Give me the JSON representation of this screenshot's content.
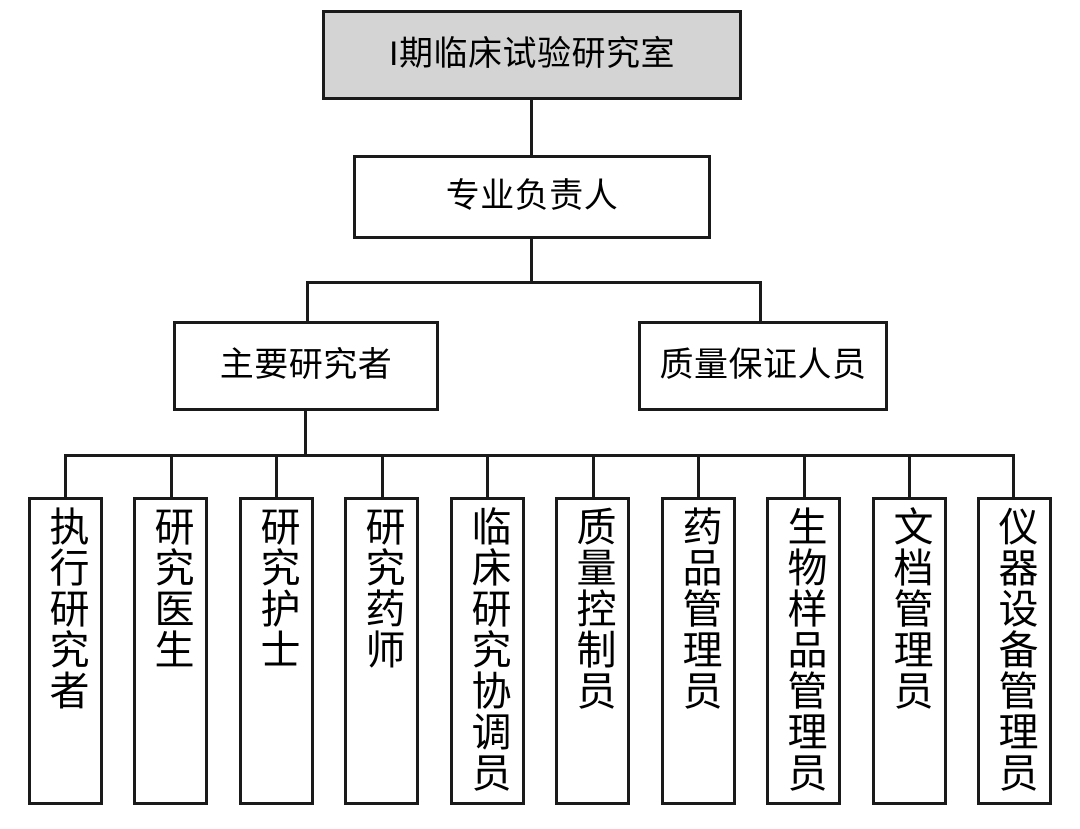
{
  "diagram": {
    "title_text": "I期临床试验研究室",
    "type": "organizational-chart",
    "colors": {
      "root_fill": "#d4d4d4",
      "node_fill": "#ffffff",
      "stroke": "#1a1a1a",
      "text": "#000000",
      "background": "#ffffff"
    },
    "levels": {
      "level1": {
        "nodes": [
          {
            "id": "root",
            "label": "I期临床试验研究室",
            "fill": "#d4d4d4"
          }
        ]
      },
      "level2": {
        "nodes": [
          {
            "id": "lead",
            "label": "专业负责人",
            "fill": "#ffffff"
          }
        ]
      },
      "level3": {
        "nodes": [
          {
            "id": "pi",
            "label": "主要研究者",
            "fill": "#ffffff"
          },
          {
            "id": "qa",
            "label": "质量保证人员",
            "fill": "#ffffff"
          }
        ]
      },
      "level4": {
        "parent": "主要研究者",
        "nodes": [
          {
            "id": "leaf-1",
            "label": "执行研究者"
          },
          {
            "id": "leaf-2",
            "label": "研究医生"
          },
          {
            "id": "leaf-3",
            "label": "研究护士"
          },
          {
            "id": "leaf-4",
            "label": "研究药师"
          },
          {
            "id": "leaf-5",
            "label": "临床研究协调员"
          },
          {
            "id": "leaf-6",
            "label": "质量控制员"
          },
          {
            "id": "leaf-7",
            "label": "药品管理员"
          },
          {
            "id": "leaf-8",
            "label": "生物样品管理员"
          },
          {
            "id": "leaf-9",
            "label": "文档管理员"
          },
          {
            "id": "leaf-10",
            "label": "仪器设备管理员"
          }
        ]
      }
    }
  }
}
